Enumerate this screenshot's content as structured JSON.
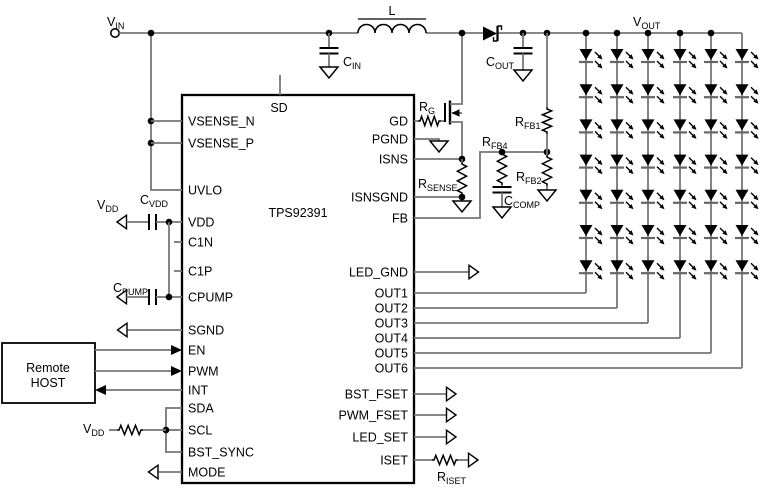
{
  "ic": {
    "part_number": "TPS92391",
    "top_pin": "SD"
  },
  "left_pins": [
    "VSENSE_N",
    "VSENSE_P",
    "UVLO",
    "VDD",
    "C1N",
    "C1P",
    "CPUMP",
    "SGND",
    "EN",
    "PWM",
    "INT",
    "SDA",
    "SCL",
    "BST_SYNC",
    "MODE"
  ],
  "right_pins": [
    "GD",
    "PGND",
    "ISNS",
    "ISNSGND",
    "FB",
    "LED_GND",
    "OUT1",
    "OUT2",
    "OUT3",
    "OUT4",
    "OUT5",
    "OUT6",
    "BST_FSET",
    "PWM_FSET",
    "LED_SET",
    "ISET"
  ],
  "host": {
    "line1": "Remote",
    "line2": "HOST"
  },
  "labels": {
    "vin": {
      "base": "V",
      "sub": "IN"
    },
    "vout": {
      "base": "V",
      "sub": "OUT"
    },
    "inductor": {
      "base": "L",
      "sub": ""
    },
    "cin": {
      "base": "C",
      "sub": "IN"
    },
    "cout": {
      "base": "C",
      "sub": "OUT"
    },
    "cvdd": {
      "base": "C",
      "sub": "VDD"
    },
    "cpump": {
      "base": "C",
      "sub": "PUMP"
    },
    "vdd_left": {
      "base": "V",
      "sub": "DD"
    },
    "vdd_pullup": {
      "base": "V",
      "sub": "DD"
    },
    "rg": {
      "base": "R",
      "sub": "G"
    },
    "rsense": {
      "base": "R",
      "sub": "SENSE"
    },
    "rfb1": {
      "base": "R",
      "sub": "FB1"
    },
    "rfb2": {
      "base": "R",
      "sub": "FB2"
    },
    "rfb4": {
      "base": "R",
      "sub": "FB4"
    },
    "ccomp": {
      "base": "C",
      "sub": "COMP"
    },
    "riset": {
      "base": "R",
      "sub": "ISET"
    }
  },
  "led_array": {
    "columns": 6,
    "leds_per_string": 7
  },
  "colors": {
    "wire": "#767676",
    "symbol": "#000000",
    "led_bar": "#666666",
    "background": "#ffffff"
  }
}
